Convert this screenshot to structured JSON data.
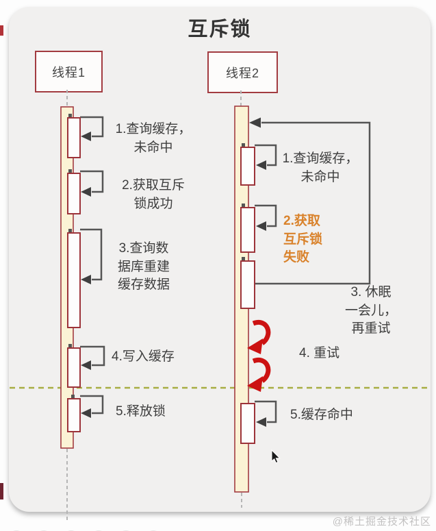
{
  "diagram": {
    "title": "互斥锁",
    "threads": [
      {
        "name": "线程1",
        "steps": [
          {
            "label": "1.查询缓存，\n未命中"
          },
          {
            "label": "2.获取互斥\n锁成功"
          },
          {
            "label": "3.查询数\n据库重建\n缓存数据"
          },
          {
            "label": "4.写入缓存"
          },
          {
            "label": "5.释放锁"
          }
        ]
      },
      {
        "name": "线程2",
        "steps": [
          {
            "label": "1.查询缓存，\n未命中"
          },
          {
            "label": "2.获取\n互斥锁\n失败"
          },
          {
            "label": "3. 休眠\n一会儿，\n再重试"
          },
          {
            "label": "4. 重试"
          },
          {
            "label": "5.缓存命中"
          }
        ]
      }
    ],
    "colors": {
      "accent_red": "#a23b40",
      "activation_fill": "#fbf3d5",
      "loop_gray": "#555555",
      "retry_arrow_red": "#cc1212",
      "divider_olive": "#a8ad42",
      "fail_orange": "#d9822b",
      "panel_bg": "#f1f0ef"
    },
    "icons": {
      "retry_arrow": "curved-red-retry-arrow",
      "self_call": "self-call-loop-arrow",
      "cursor": "mouse-cursor"
    }
  },
  "watermark": {
    "text": "@稀土掘金技术社区"
  }
}
